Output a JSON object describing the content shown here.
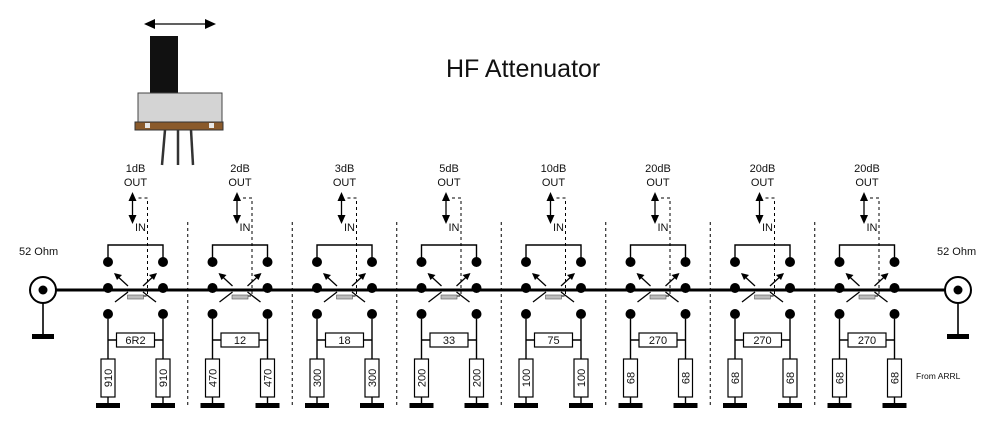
{
  "title": "HF Attenuator",
  "port_left_label": "52 Ohm",
  "port_right_label": "52 Ohm",
  "source": "From ARRL",
  "out_label": "OUT",
  "in_label": "IN",
  "stages": [
    {
      "db": "1dB",
      "series": "6R2",
      "shunt_left": "910",
      "shunt_right": "910"
    },
    {
      "db": "2dB",
      "series": "12",
      "shunt_left": "470",
      "shunt_right": "470"
    },
    {
      "db": "3dB",
      "series": "18",
      "shunt_left": "300",
      "shunt_right": "300"
    },
    {
      "db": "5dB",
      "series": "33",
      "shunt_left": "200",
      "shunt_right": "200"
    },
    {
      "db": "10dB",
      "series": "75",
      "shunt_left": "100",
      "shunt_right": "100"
    },
    {
      "db": "20dB",
      "series": "270",
      "shunt_left": "68",
      "shunt_right": "68"
    },
    {
      "db": "20dB",
      "series": "270",
      "shunt_left": "68",
      "shunt_right": "68"
    },
    {
      "db": "20dB",
      "series": "270",
      "shunt_left": "68",
      "shunt_right": "68"
    }
  ],
  "icons": {
    "slide_switch": "slide-switch-icon",
    "direction_arrow": "double-arrow-icon",
    "coax_connector": "bnc-connector-icon",
    "ground": "ground-icon"
  }
}
